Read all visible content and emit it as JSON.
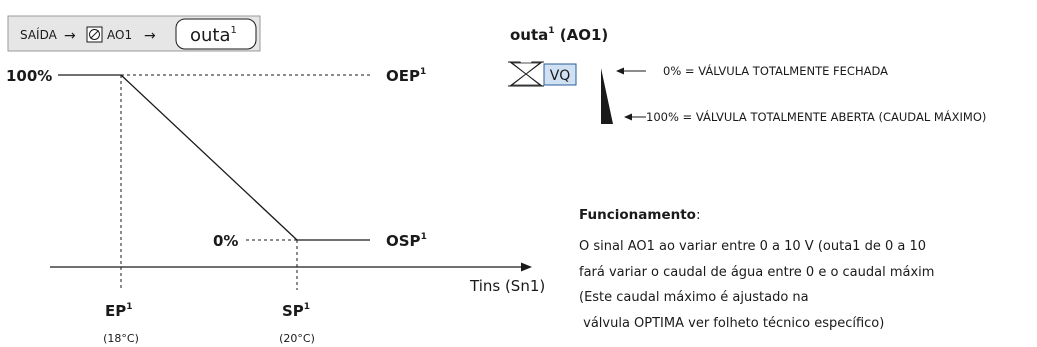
{
  "breadcrumb": {
    "saida": "SAÍDA",
    "arrow": "→",
    "ao1": "AO1",
    "current": "outa",
    "current_sup": "1"
  },
  "graph": {
    "y_top_label": "100%",
    "y_bottom_label": "0%",
    "oep_label": "OEP",
    "osp_label": "OSP",
    "ep_label": "EP",
    "ep_temp": "(18°C)",
    "sp_label": "SP",
    "sp_temp": "(20°C)",
    "x_axis_label": "Tins (Sn1)",
    "sup": "1"
  },
  "valve": {
    "title": "outa",
    "title_sup": "1",
    "title_suffix": " (AO1)",
    "symbol_label": "VQ",
    "closed_text": "0% = VÁLVULA TOTALMENTE FECHADA",
    "open_text": "100% = VÁLVULA TOTALMENTE ABERTA (CAUDAL MÁXIMO)"
  },
  "funcionamento": {
    "heading": "Funcionamento",
    "colon": ":",
    "line1": "O sinal AO1 ao variar entre 0 a 10 V (outa1 de 0 a 10",
    "line2": "fará variar o caudal de água entre 0 e o caudal máxim",
    "line3": "(Este caudal máximo é ajustado na",
    "line4": " válvula OPTIMA ver folheto técnico específico)"
  },
  "colors": {
    "ink": "#1a1a1a",
    "panel_bg": "#e6e6e6",
    "panel_border": "#9a9a9a",
    "valve_fill": "#cfe1f2",
    "valve_stroke": "#2a5d9a"
  }
}
